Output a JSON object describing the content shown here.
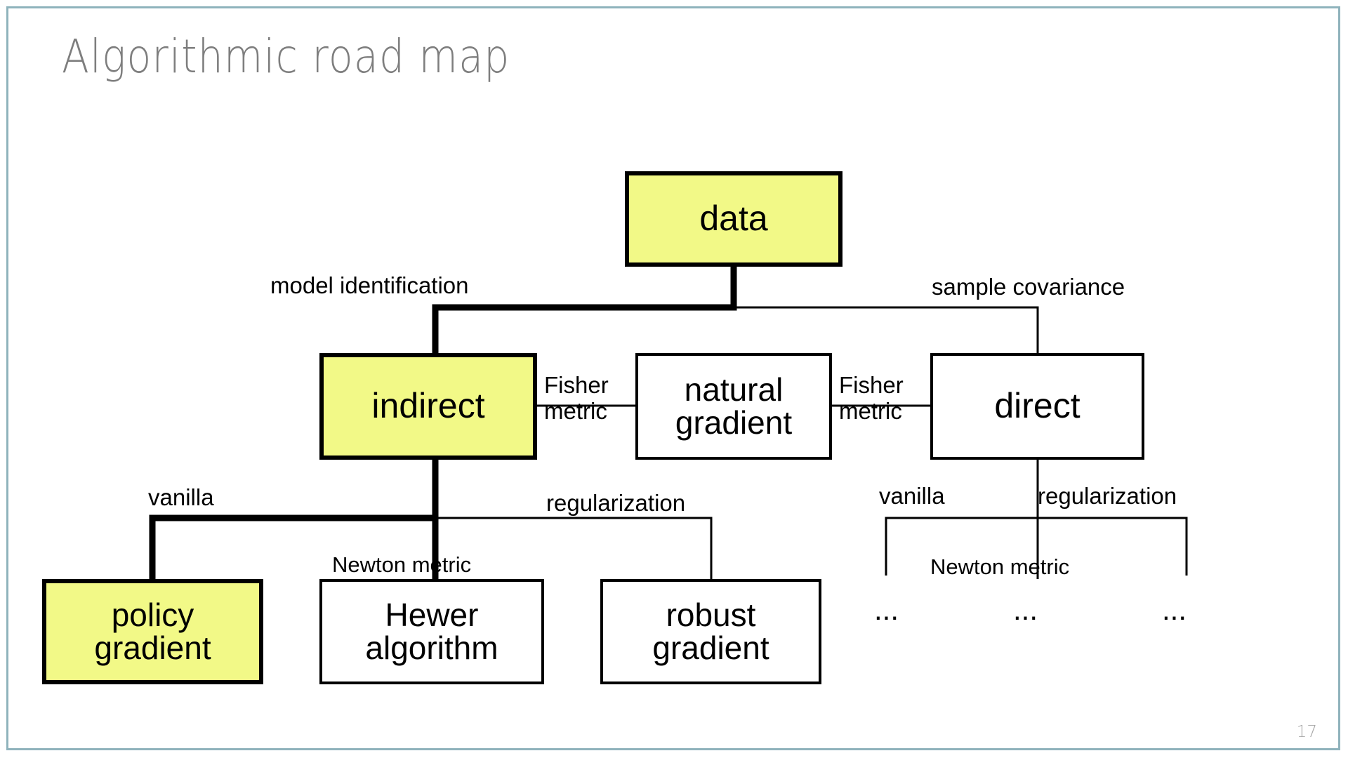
{
  "slide": {
    "title": "Algorithmic road map",
    "page_number": "17",
    "frame_color": "#8FB3BC",
    "title_color": "#7E7E7E",
    "highlight_color": "#F2F987",
    "background": "#ffffff"
  },
  "diagram": {
    "type": "tree",
    "nodes": [
      {
        "id": "data",
        "label": "data",
        "highlighted": true
      },
      {
        "id": "indirect",
        "label": "indirect",
        "highlighted": true
      },
      {
        "id": "natural",
        "label": "natural\ngradient",
        "highlighted": false
      },
      {
        "id": "direct",
        "label": "direct",
        "highlighted": false
      },
      {
        "id": "policy",
        "label": "policy\ngradient",
        "highlighted": true
      },
      {
        "id": "hewer",
        "label": "Hewer\nalgorithm",
        "highlighted": false
      },
      {
        "id": "robust",
        "label": "robust\ngradient",
        "highlighted": false
      }
    ],
    "edge_labels": {
      "model_identification": "model identification",
      "sample_covariance": "sample covariance",
      "fisher_metric_left": "Fisher\nmetric",
      "fisher_metric_right": "Fisher\nmetric",
      "vanilla_left": "vanilla",
      "regularization_left": "regularization",
      "newton_metric_left": "Newton metric",
      "vanilla_right": "vanilla",
      "regularization_right": "regularization",
      "newton_metric_right": "Newton metric"
    },
    "placeholders": {
      "left": "...",
      "middle": "...",
      "right": "..."
    }
  }
}
